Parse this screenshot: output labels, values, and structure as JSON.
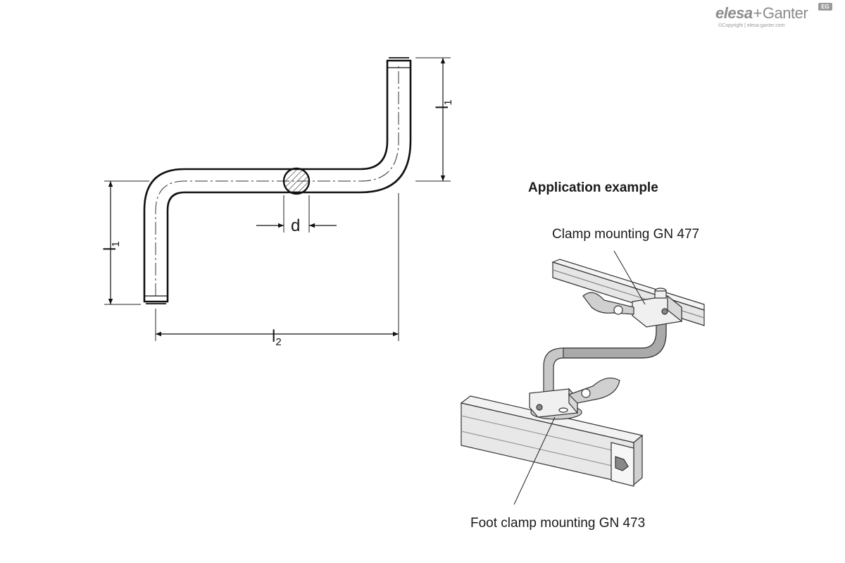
{
  "logo": {
    "brand_left": "elesa",
    "brand_plus": "+",
    "brand_right": "Ganter",
    "badge": "EG",
    "copyright": "©Copyright | elesa-ganter.com"
  },
  "dimensions": {
    "l1_left": "l",
    "l1_left_sub": "1",
    "l1_right": "l",
    "l1_right_sub": "1",
    "l2": "l",
    "l2_sub": "2",
    "d": "d"
  },
  "application": {
    "title": "Application example",
    "clamp_label": "Clamp mounting GN 477",
    "foot_label": "Foot clamp mounting GN 473"
  }
}
